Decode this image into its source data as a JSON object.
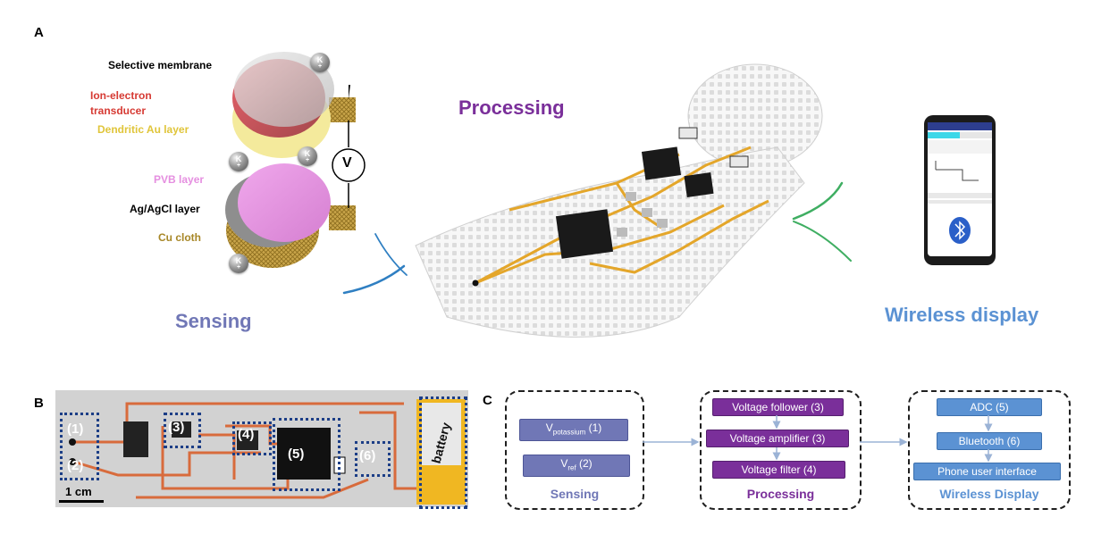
{
  "panels": {
    "a": "A",
    "b": "B",
    "c": "C"
  },
  "sensor": {
    "layers": {
      "selective_membrane": "Selective membrane",
      "ion_transducer_1": "Ion-electron",
      "ion_transducer_2": "transducer",
      "dendritic_au": "Dendritic Au layer",
      "pvb": "PVB layer",
      "ag_agcl": "Ag/AgCl layer",
      "cu_cloth": "Cu cloth"
    },
    "ion_symbol": "K",
    "ion_charge": "+",
    "voltmeter": "V"
  },
  "stages": {
    "sensing": "Sensing",
    "processing": "Processing",
    "wireless": "Wireless display"
  },
  "colors": {
    "sensing": "#7077b6",
    "processing": "#7a2f9a",
    "wireless": "#5b92d3",
    "trace": "#e4a62a",
    "board_trace": "#d86b3c"
  },
  "board": {
    "labels": [
      "(1)",
      "(2)",
      "(3)",
      "(4)",
      "(5)",
      "(6)"
    ],
    "battery": "battery",
    "scale_bar": "1 cm"
  },
  "flow": {
    "sensing": {
      "items": [
        {
          "main": "V",
          "sub": "potassium",
          "suffix": " (1)"
        },
        {
          "main": "V",
          "sub": "ref",
          "suffix": " (2)"
        }
      ],
      "caption": "Sensing"
    },
    "processing": {
      "items": [
        "Voltage follower (3)",
        "Voltage amplifier (3)",
        "Voltage filter (4)"
      ],
      "caption": "Processing"
    },
    "wireless": {
      "items": [
        "ADC (5)",
        "Bluetooth (6)",
        "Phone user interface"
      ],
      "caption": "Wireless Display"
    }
  }
}
